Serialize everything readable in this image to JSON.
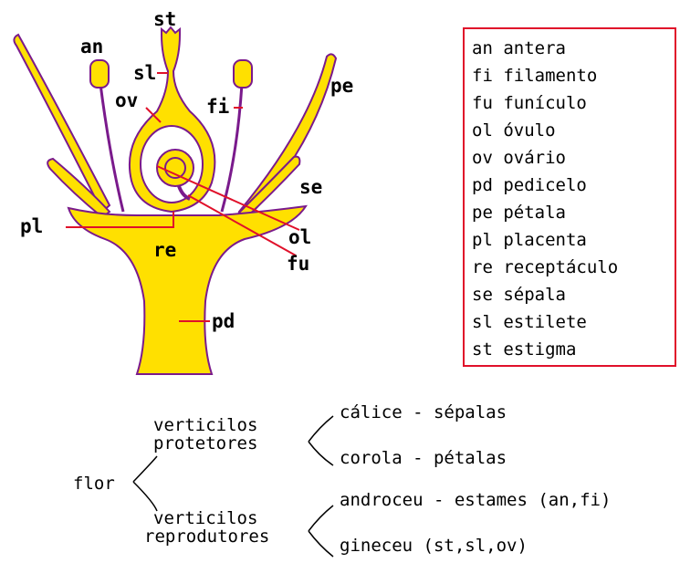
{
  "colors": {
    "tissue": "#FFE000",
    "outline": "#7a1a8c",
    "pointer": "#e0102a",
    "ink": "#000000"
  },
  "labels": {
    "st": "st",
    "an": "an",
    "sl": "sl",
    "ov": "ov",
    "fi": "fi",
    "pe": "pe",
    "se": "se",
    "pl": "pl",
    "re": "re",
    "ol": "ol",
    "fu": "fu",
    "pd": "pd"
  },
  "legend": [
    {
      "code": "an",
      "term": "antera"
    },
    {
      "code": "fi",
      "term": "filamento"
    },
    {
      "code": "fu",
      "term": "funículo"
    },
    {
      "code": "ol",
      "term": "óvulo"
    },
    {
      "code": "ov",
      "term": "ovário"
    },
    {
      "code": "pd",
      "term": "pedicelo"
    },
    {
      "code": "pe",
      "term": "pétala"
    },
    {
      "code": "pl",
      "term": "placenta"
    },
    {
      "code": "re",
      "term": "receptáculo"
    },
    {
      "code": "se",
      "term": "sépala"
    },
    {
      "code": "sl",
      "term": "estilete"
    },
    {
      "code": "st",
      "term": "estigma"
    }
  ],
  "tree": {
    "root": "flor",
    "protective": {
      "line1": "verticilos",
      "line2": "protetores"
    },
    "reproductive": {
      "line1": "verticilos",
      "line2": "reprodutores"
    },
    "calice": "cálice - sépalas",
    "corola": "corola - pétalas",
    "androceu": "androceu - estames (an,fi)",
    "gineceu": "gineceu (st,sl,ov)"
  }
}
